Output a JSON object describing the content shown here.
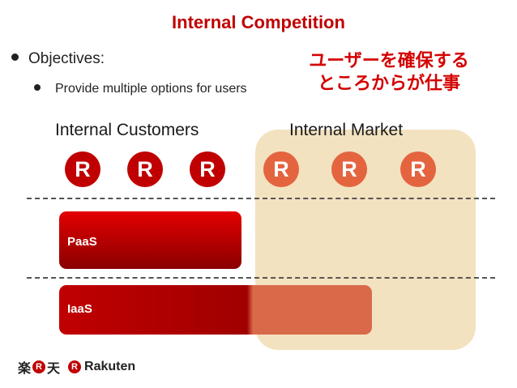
{
  "slide": {
    "title": "Internal Competition",
    "bullet_1": "Objectives:",
    "bullet_2": "Provide multiple options for users",
    "jp_note_line1": "ユーザーを確保する",
    "jp_note_line2": "ところからが仕事",
    "heading_customers": "Internal Customers",
    "heading_market": "Internal Market",
    "logo_letter": "R",
    "bar_paas": "PaaS",
    "bar_iaas": "IaaS"
  },
  "footer": {
    "kanji_left": "楽",
    "kanji_right": "天",
    "r_letter": "R",
    "brand_name": "Rakuten"
  },
  "colors": {
    "accent_red": "#c00000",
    "market_bg": "#f3e2c0",
    "logo_light": "#e4643f"
  }
}
